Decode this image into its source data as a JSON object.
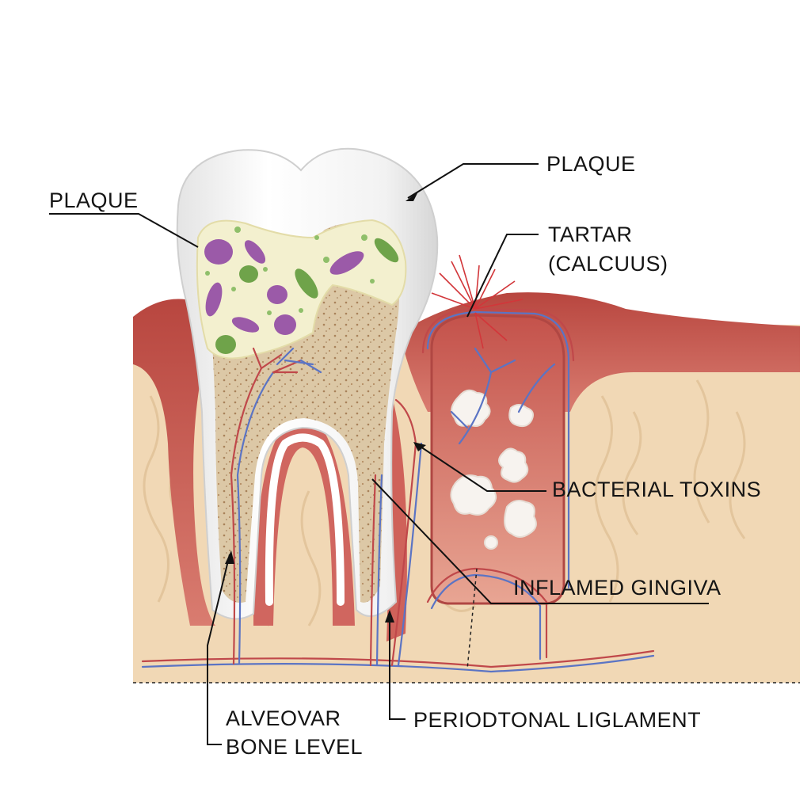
{
  "labels": {
    "plaque_left": "PLAQUE",
    "plaque_right": "PLAQUE",
    "tartar_line1": "TARTAR",
    "tartar_line2": "(CALCUUS)",
    "bacterial_toxins": "BACTERIAL TOXINS",
    "inflamed_gingiva": "INFLAMED GINGIVA",
    "alveolar_line1": "ALVEOVAR",
    "alveolar_line2": "BONE LEVEL",
    "periodontal_ligament": "PERIODTONAL LIGLAMENT"
  },
  "colors": {
    "enamel": "#f4f4f4",
    "plaque": "#f3f0cf",
    "dentin": "#d9c5a3",
    "gum": "#c95b57",
    "gum_light": "#e9a297",
    "bone": "#f1d8b5",
    "bacteria_purple": "#9b5aa8",
    "bacteria_green": "#6fa34a",
    "vessel_red": "#c0484a",
    "vessel_blue": "#5b74c4"
  }
}
